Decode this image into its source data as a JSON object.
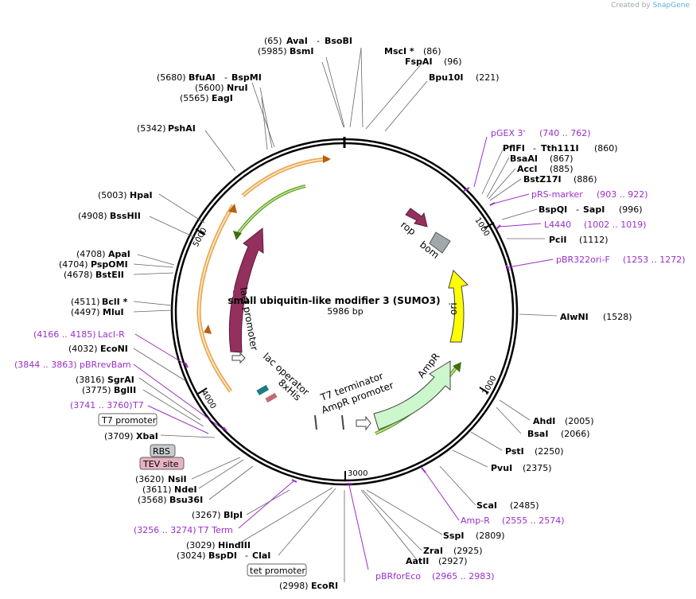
{
  "credit": {
    "prefix": "Created by",
    "brand": "SnapGene"
  },
  "plasmid": {
    "name": "small ubiquitin-like modifier 3 (SUMO3)",
    "length": "5986 bp"
  },
  "ticks": [
    "1000",
    "2000",
    "3000",
    "4000",
    "5000"
  ],
  "features": {
    "lacI": "lacI",
    "lacI_promoter": "lacI promoter",
    "rop": "rop",
    "bom": "bom",
    "ori": "ori",
    "AmpR": "AmpR",
    "AmpR_promoter": "AmpR promoter",
    "T7_terminator": "T7 terminator",
    "lac_operator": "lac operator",
    "his": "8xHis"
  },
  "boxes": {
    "t7_promoter": "T7 promoter",
    "rbs": "RBS",
    "tev": "TEV site",
    "tet_promoter": "tet promoter"
  },
  "sites": {
    "ava_pos": "(65)",
    "ava": "AvaI",
    "ava2": "BsoBI",
    "bsm_pos": "(5985)",
    "bsm": "BsmI",
    "msc": "MscI *",
    "msc_pos": "(86)",
    "fsp": "FspAI",
    "fsp_pos": "(96)",
    "bpu": "Bpu10I",
    "bpu_pos": "(221)",
    "bfu_pos": "(5680)",
    "bfu": "BfuAI",
    "bfu2": "BspMI",
    "nru_pos": "(5600)",
    "nru": "NruI",
    "eag_pos": "(5565)",
    "eag": "EagI",
    "psh_pos": "(5342)",
    "psh": "PshAI",
    "hpa_pos": "(5003)",
    "hpa": "HpaI",
    "bss_pos": "(4908)",
    "bss": "BssHII",
    "apa_pos": "(4708)",
    "apa": "ApaI",
    "psp_pos": "(4704)",
    "psp": "PspOMI",
    "bste_pos": "(4678)",
    "bste": "BstEII",
    "bcl_pos": "(4511)",
    "bcl": "BclI *",
    "mlu_pos": "(4497)",
    "mlu": "MluI",
    "eco_pos": "(4032)",
    "eco": "EcoNI",
    "sgr_pos": "(3816)",
    "sgr": "SgrAI",
    "bgl_pos": "(3775)",
    "bgl": "BglII",
    "xba_pos": "(3709)",
    "xba": "XbaI",
    "nsi_pos": "(3620)",
    "nsi": "NsiI",
    "nde_pos": "(3611)",
    "nde": "NdeI",
    "bsu_pos": "(3568)",
    "bsu": "Bsu36I",
    "blp_pos": "(3267)",
    "blp": "BlpI",
    "hind_pos": "(3029)",
    "hind": "HindIII",
    "bspd_pos": "(3024)",
    "bspd": "BspDI",
    "cla": "ClaI",
    "ecor_pos": "(2998)",
    "ecor": "EcoRI",
    "pfl": "PflFI",
    "tth": "Tth111I",
    "pfl_pos": "(860)",
    "bsaa": "BsaAI",
    "bsaa_pos": "(867)",
    "acc": "AccI",
    "acc_pos": "(885)",
    "bstz": "BstZ17I",
    "bstz_pos": "(886)",
    "bspq": "BspQI",
    "sap": "SapI",
    "bspq_pos": "(996)",
    "pci": "PciI",
    "pci_pos": "(1112)",
    "alw": "AlwNI",
    "alw_pos": "(1528)",
    "ahd": "AhdI",
    "ahd_pos": "(2005)",
    "bsa": "BsaI",
    "bsa_pos": "(2066)",
    "pst": "PstI",
    "pst_pos": "(2250)",
    "pvu": "PvuI",
    "pvu_pos": "(2375)",
    "sca": "ScaI",
    "sca_pos": "(2485)",
    "ssp": "SspI",
    "ssp_pos": "(2809)",
    "zra": "ZraI",
    "zra_pos": "(2925)",
    "aat": "AatII",
    "aat_pos": "(2927)"
  },
  "primers": {
    "pgex": "pGEX 3'",
    "pgex_pos": "(740 .. 762)",
    "prs": "pRS-marker",
    "prs_pos": "(903 .. 922)",
    "l4440": "L4440",
    "l4440_pos": "(1002 .. 1019)",
    "pbr": "pBR322ori-F",
    "pbr_pos": "(1253 .. 1272)",
    "ampr": "Amp-R",
    "ampr_pos": "(2555 .. 2574)",
    "pbrfor": "pBRforEco",
    "pbrfor_pos": "(2965 .. 2983)",
    "laci_pos": "(4166 .. 4185)",
    "laci": "LacI-R",
    "pbrrev_pos": "(3844 .. 3863)",
    "pbrrev": "pBRrevBam",
    "t7_pos": "(3741 .. 3760)",
    "t7": "T7",
    "t7term_pos": "(3256 .. 3274)",
    "t7term": "T7 Term"
  },
  "colors": {
    "backbone": "#000000",
    "lacI": "#94305e",
    "rop": "#94305e",
    "bom": "#a3a8ab",
    "ori": "#ffff00",
    "AmpR": "#ccf7cc",
    "orange_arc": "#e8a34a",
    "green_arc": "#5a9e1a",
    "primer": "#9a2fc9"
  }
}
